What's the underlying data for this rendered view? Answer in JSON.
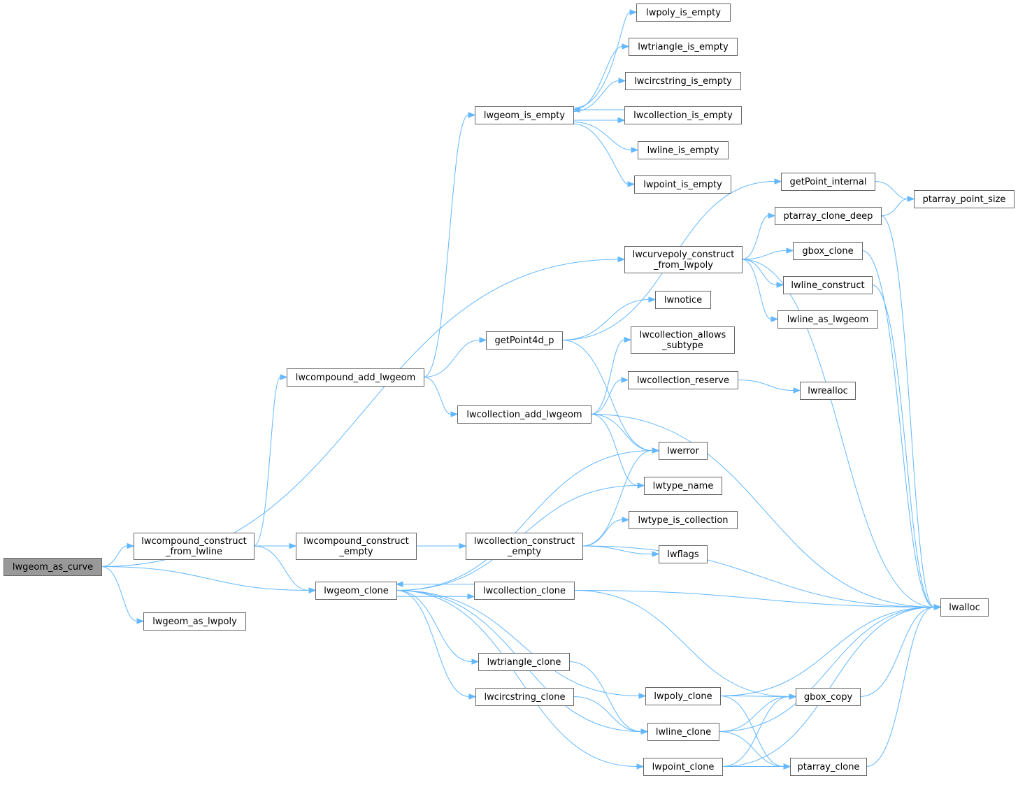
{
  "diagram": {
    "accent_color": "#63b8ff",
    "root_fill": "#999999",
    "nodes": {
      "lwgeom_as_curve": [
        "lwgeom_as_curve"
      ],
      "lwcompound_construct_from_lwline": [
        "lwcompound_construct",
        "_from_lwline"
      ],
      "lwgeom_as_lwpoly": [
        "lwgeom_as_lwpoly"
      ],
      "lwcompound_add_lwgeom": [
        "lwcompound_add_lwgeom"
      ],
      "lwcompound_construct_empty": [
        "lwcompound_construct",
        "_empty"
      ],
      "lwgeom_clone": [
        "lwgeom_clone"
      ],
      "lwgeom_is_empty": [
        "lwgeom_is_empty"
      ],
      "getPoint4d_p": [
        "getPoint4d_p"
      ],
      "lwcollection_add_lwgeom": [
        "lwcollection_add_lwgeom"
      ],
      "lwcollection_construct_empty": [
        "lwcollection_construct",
        "_empty"
      ],
      "lwcollection_clone": [
        "lwcollection_clone"
      ],
      "lwtriangle_clone": [
        "lwtriangle_clone"
      ],
      "lwcircstring_clone": [
        "lwcircstring_clone"
      ],
      "lwpoly_is_empty": [
        "lwpoly_is_empty"
      ],
      "lwtriangle_is_empty": [
        "lwtriangle_is_empty"
      ],
      "lwcircstring_is_empty": [
        "lwcircstring_is_empty"
      ],
      "lwcollection_is_empty": [
        "lwcollection_is_empty"
      ],
      "lwline_is_empty": [
        "lwline_is_empty"
      ],
      "lwpoint_is_empty": [
        "lwpoint_is_empty"
      ],
      "lwcurvepoly_construct_from_lwpoly": [
        "lwcurvepoly_construct",
        "_from_lwpoly"
      ],
      "lwnotice": [
        "lwnotice"
      ],
      "lwcollection_allows_subtype": [
        "lwcollection_allows",
        "_subtype"
      ],
      "lwcollection_reserve": [
        "lwcollection_reserve"
      ],
      "lwerror": [
        "lwerror"
      ],
      "lwtype_name": [
        "lwtype_name"
      ],
      "lwtype_is_collection": [
        "lwtype_is_collection"
      ],
      "lwflags": [
        "lwflags"
      ],
      "lwpoly_clone": [
        "lwpoly_clone"
      ],
      "lwline_clone": [
        "lwline_clone"
      ],
      "lwpoint_clone": [
        "lwpoint_clone"
      ],
      "getPoint_internal": [
        "getPoint_internal"
      ],
      "ptarray_clone_deep": [
        "ptarray_clone_deep"
      ],
      "gbox_clone": [
        "gbox_clone"
      ],
      "lwline_construct": [
        "lwline_construct"
      ],
      "lwline_as_lwgeom": [
        "lwline_as_lwgeom"
      ],
      "lwrealloc": [
        "lwrealloc"
      ],
      "gbox_copy": [
        "gbox_copy"
      ],
      "ptarray_clone": [
        "ptarray_clone"
      ],
      "ptarray_point_size": [
        "ptarray_point_size"
      ],
      "lwalloc": [
        "lwalloc"
      ]
    },
    "edges": [
      [
        "lwgeom_as_curve",
        "lwcompound_construct_from_lwline"
      ],
      [
        "lwgeom_as_curve",
        "lwgeom_as_lwpoly"
      ],
      [
        "lwgeom_as_curve",
        "lwgeom_clone"
      ],
      [
        "lwgeom_as_curve",
        "lwcurvepoly_construct_from_lwpoly"
      ],
      [
        "lwcompound_construct_from_lwline",
        "lwcompound_add_lwgeom"
      ],
      [
        "lwcompound_construct_from_lwline",
        "lwcompound_construct_empty"
      ],
      [
        "lwcompound_construct_from_lwline",
        "lwgeom_clone"
      ],
      [
        "lwcompound_add_lwgeom",
        "lwgeom_is_empty"
      ],
      [
        "lwcompound_add_lwgeom",
        "getPoint4d_p"
      ],
      [
        "lwcompound_add_lwgeom",
        "lwcollection_add_lwgeom"
      ],
      [
        "lwcompound_construct_empty",
        "lwcollection_construct_empty"
      ],
      [
        "lwgeom_is_empty",
        "lwpoly_is_empty"
      ],
      [
        "lwgeom_is_empty",
        "lwtriangle_is_empty"
      ],
      [
        "lwgeom_is_empty",
        "lwcircstring_is_empty"
      ],
      [
        "lwgeom_is_empty",
        "lwcollection_is_empty"
      ],
      [
        "lwcollection_is_empty",
        "lwgeom_is_empty"
      ],
      [
        "lwgeom_is_empty",
        "lwline_is_empty"
      ],
      [
        "lwgeom_is_empty",
        "lwpoint_is_empty"
      ],
      [
        "getPoint4d_p",
        "getPoint_internal"
      ],
      [
        "getPoint4d_p",
        "lwnotice"
      ],
      [
        "getPoint4d_p",
        "lwerror"
      ],
      [
        "lwcollection_add_lwgeom",
        "lwcollection_allows_subtype"
      ],
      [
        "lwcollection_add_lwgeom",
        "lwcollection_reserve"
      ],
      [
        "lwcollection_add_lwgeom",
        "lwerror"
      ],
      [
        "lwcollection_add_lwgeom",
        "lwtype_name"
      ],
      [
        "lwcollection_add_lwgeom",
        "lwalloc"
      ],
      [
        "lwcollection_reserve",
        "lwrealloc"
      ],
      [
        "lwcollection_construct_empty",
        "lwerror"
      ],
      [
        "lwcollection_construct_empty",
        "lwtype_is_collection"
      ],
      [
        "lwcollection_construct_empty",
        "lwflags"
      ],
      [
        "lwcollection_construct_empty",
        "lwalloc"
      ],
      [
        "lwgeom_clone",
        "lwerror"
      ],
      [
        "lwgeom_clone",
        "lwtype_name"
      ],
      [
        "lwgeom_clone",
        "lwcollection_clone"
      ],
      [
        "lwcollection_clone",
        "lwgeom_clone"
      ],
      [
        "lwgeom_clone",
        "lwtriangle_clone"
      ],
      [
        "lwgeom_clone",
        "lwcircstring_clone"
      ],
      [
        "lwgeom_clone",
        "lwpoly_clone"
      ],
      [
        "lwgeom_clone",
        "lwline_clone"
      ],
      [
        "lwgeom_clone",
        "lwpoint_clone"
      ],
      [
        "lwcollection_clone",
        "lwalloc"
      ],
      [
        "lwcollection_clone",
        "gbox_copy"
      ],
      [
        "lwtriangle_clone",
        "lwline_clone"
      ],
      [
        "lwcircstring_clone",
        "lwline_clone"
      ],
      [
        "lwcurvepoly_construct_from_lwpoly",
        "ptarray_clone_deep"
      ],
      [
        "lwcurvepoly_construct_from_lwpoly",
        "gbox_clone"
      ],
      [
        "lwcurvepoly_construct_from_lwpoly",
        "lwline_construct"
      ],
      [
        "lwcurvepoly_construct_from_lwpoly",
        "lwline_as_lwgeom"
      ],
      [
        "lwcurvepoly_construct_from_lwpoly",
        "lwalloc"
      ],
      [
        "getPoint_internal",
        "ptarray_point_size"
      ],
      [
        "ptarray_clone_deep",
        "ptarray_point_size"
      ],
      [
        "ptarray_clone_deep",
        "lwalloc"
      ],
      [
        "gbox_clone",
        "lwalloc"
      ],
      [
        "lwline_construct",
        "lwalloc"
      ],
      [
        "lwpoly_clone",
        "lwalloc"
      ],
      [
        "lwpoly_clone",
        "gbox_copy"
      ],
      [
        "lwpoly_clone",
        "ptarray_clone"
      ],
      [
        "lwline_clone",
        "gbox_copy"
      ],
      [
        "lwline_clone",
        "lwalloc"
      ],
      [
        "lwline_clone",
        "ptarray_clone"
      ],
      [
        "lwpoint_clone",
        "gbox_copy"
      ],
      [
        "lwpoint_clone",
        "ptarray_clone"
      ],
      [
        "lwpoint_clone",
        "lwalloc"
      ],
      [
        "gbox_copy",
        "lwalloc"
      ],
      [
        "ptarray_clone",
        "lwalloc"
      ]
    ]
  }
}
